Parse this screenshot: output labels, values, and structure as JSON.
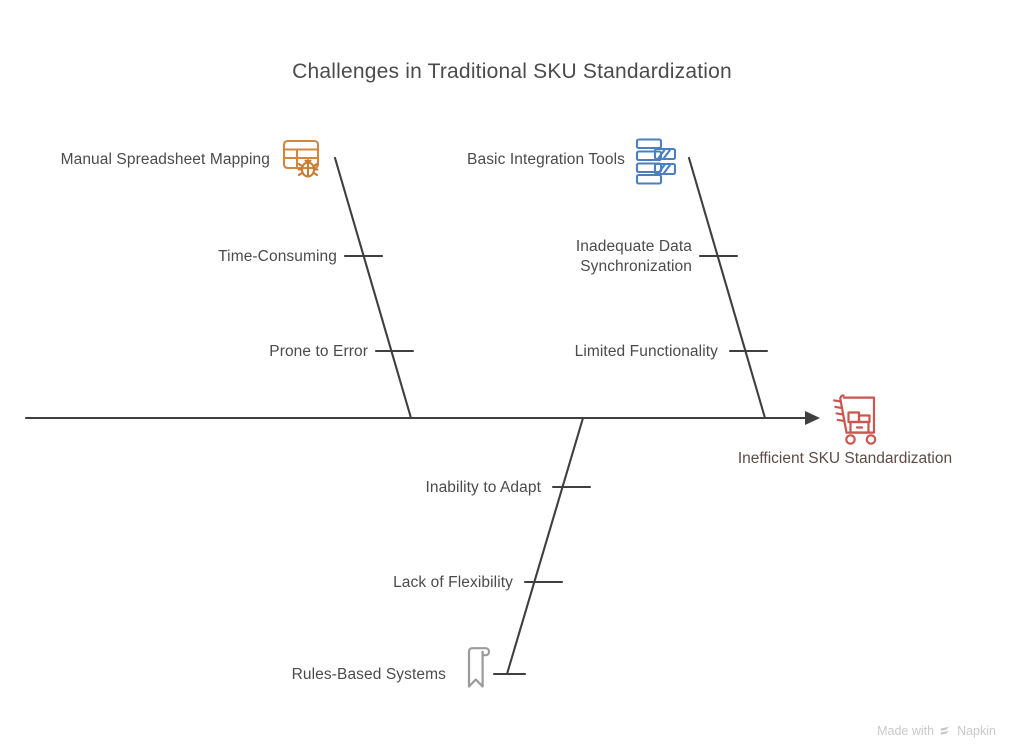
{
  "title": "Challenges in Traditional SKU Standardization",
  "diagram": {
    "type": "fishbone",
    "effect": {
      "label": "Inefficient SKU Standardization",
      "icon": "hand-truck-icon",
      "color": "#c9564f"
    },
    "spine": {
      "color": "#3f3f3f",
      "arrowhead": true
    },
    "branches": [
      {
        "id": "manual-spreadsheet-mapping",
        "label": "Manual Spreadsheet Mapping",
        "icon": "spreadsheet-bug-icon",
        "color": "#d2873c",
        "position": "upper-left",
        "causes": [
          {
            "label": "Time-Consuming"
          },
          {
            "label": "Prone to Error"
          }
        ]
      },
      {
        "id": "basic-integration-tools",
        "label": "Basic Integration Tools",
        "icon": "stacked-bars-icon",
        "color": "#4a7fc1",
        "position": "upper-right",
        "causes": [
          {
            "label": "Inadequate Data\nSynchronization",
            "line1": "Inadequate Data",
            "line2": "Synchronization"
          },
          {
            "label": "Limited Functionality"
          }
        ]
      },
      {
        "id": "rules-based-systems",
        "label": "Rules-Based Systems",
        "icon": "scroll-icon",
        "color": "#9a9a9a",
        "position": "lower-center",
        "causes": [
          {
            "label": "Inability to Adapt"
          },
          {
            "label": "Lack of Flexibility"
          }
        ]
      }
    ]
  },
  "watermark": {
    "prefix": "Made with",
    "brand": "Napkin"
  }
}
